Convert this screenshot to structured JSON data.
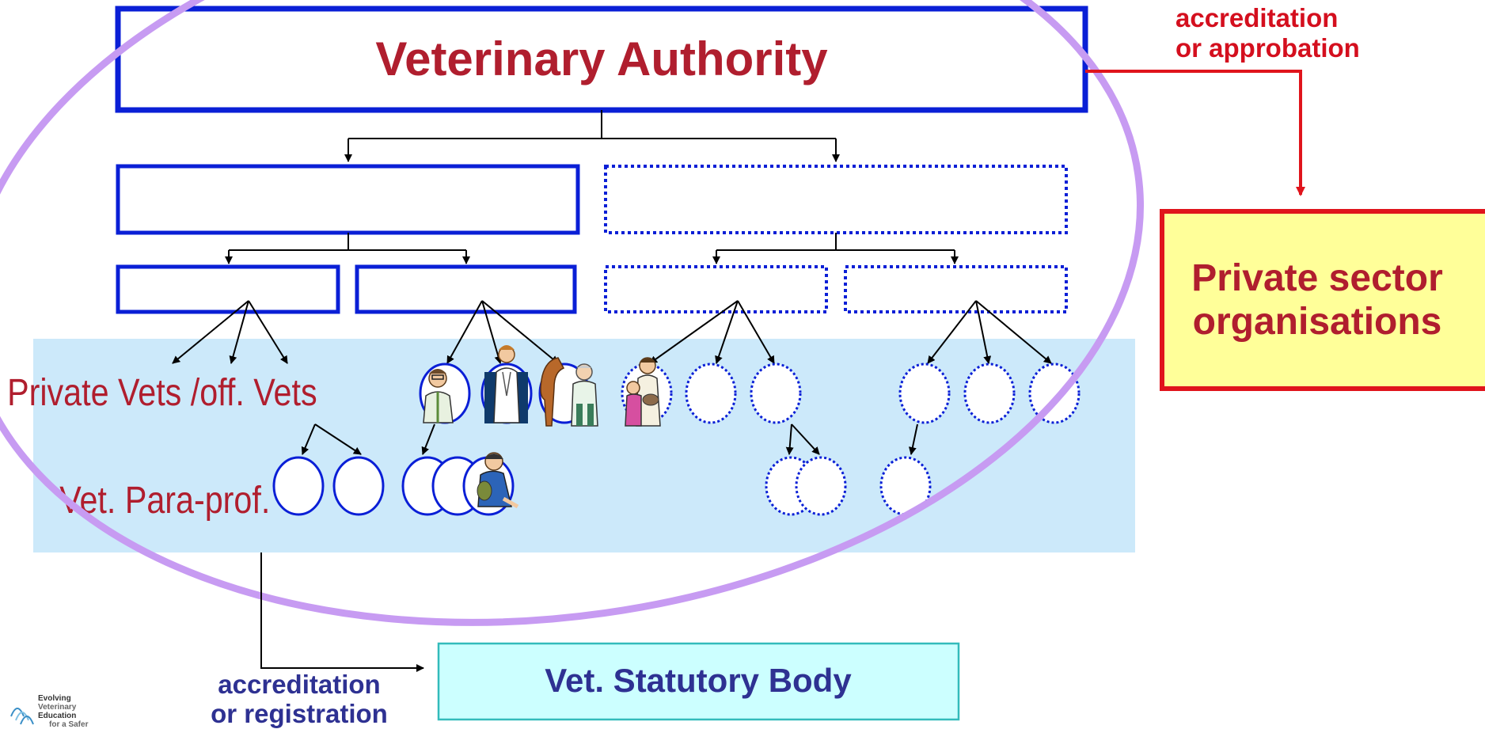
{
  "veterinary_authority": {
    "title": "Veterinary Authority"
  },
  "private_sector": {
    "line1": "Private sector",
    "line2": "organisations",
    "accreditation_line1": "accreditation",
    "accreditation_line2": "or approbation"
  },
  "categories": {
    "private_vets": "Private Vets /off. Vets",
    "para_prof": "Vet. Para-prof."
  },
  "statutory_body": {
    "title": "Vet. Statutory Body",
    "accreditation_line1": "accreditation",
    "accreditation_line2": "or registration"
  },
  "logo": {
    "line1": "Evolving",
    "line2": "Veterinary",
    "line3": "Education",
    "line4": "for a Safer"
  },
  "colors": {
    "title_red": "#B01E2E",
    "blue": "#0A1FD6",
    "purple_ellipse": "#C79BF2",
    "light_blue_band": "#CCE9FA",
    "red_line": "#E0141C",
    "private_fill": "#FFFF99",
    "vsb_fill": "#CCFFFF",
    "vsb_border": "#33BBBB",
    "navy_text": "#2E3192"
  },
  "icons": [
    "veterinarian-icon",
    "doctor-icon",
    "horse-vet-icon",
    "family-pet-icon",
    "nurse-icon"
  ]
}
